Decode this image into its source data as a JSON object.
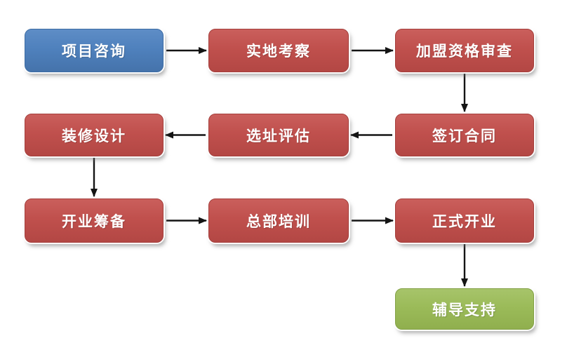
{
  "diagram": {
    "type": "flowchart",
    "title": "",
    "background": "#ffffff",
    "arrow_color": "#141414",
    "palette": {
      "blue": {
        "fill": "#4F81BD",
        "top": "#5E8DC6",
        "bottom": "#4573AB",
        "border": "#3D6CA3"
      },
      "red": {
        "fill": "#C0504D",
        "top": "#CA5F5C",
        "bottom": "#B34744",
        "border": "#A43F3C"
      },
      "green": {
        "fill": "#9BBB59",
        "top": "#A7C46A",
        "bottom": "#90AF4E",
        "border": "#83A147"
      }
    },
    "nodes": [
      {
        "id": "project-consultation",
        "label": "项目咨询",
        "color": "blue",
        "row": 0,
        "col": 0
      },
      {
        "id": "site-visit",
        "label": "实地考察",
        "color": "red",
        "row": 0,
        "col": 1
      },
      {
        "id": "franchise-qualification-review",
        "label": "加盟资格审查",
        "color": "red",
        "row": 0,
        "col": 2
      },
      {
        "id": "sign-contract",
        "label": "签订合同",
        "color": "red",
        "row": 1,
        "col": 2
      },
      {
        "id": "site-selection-evaluation",
        "label": "选址评估",
        "color": "red",
        "row": 1,
        "col": 1
      },
      {
        "id": "decoration-design",
        "label": "装修设计",
        "color": "red",
        "row": 1,
        "col": 0
      },
      {
        "id": "opening-preparation",
        "label": "开业筹备",
        "color": "red",
        "row": 2,
        "col": 0
      },
      {
        "id": "headquarters-training",
        "label": "总部培训",
        "color": "red",
        "row": 2,
        "col": 1
      },
      {
        "id": "grand-opening",
        "label": "正式开业",
        "color": "red",
        "row": 2,
        "col": 2
      },
      {
        "id": "coaching-support",
        "label": "辅导支持",
        "color": "green",
        "row": 3,
        "col": 2
      }
    ],
    "edges": [
      {
        "from": "project-consultation",
        "to": "site-visit"
      },
      {
        "from": "site-visit",
        "to": "franchise-qualification-review"
      },
      {
        "from": "franchise-qualification-review",
        "to": "sign-contract"
      },
      {
        "from": "sign-contract",
        "to": "site-selection-evaluation"
      },
      {
        "from": "site-selection-evaluation",
        "to": "decoration-design"
      },
      {
        "from": "decoration-design",
        "to": "opening-preparation"
      },
      {
        "from": "opening-preparation",
        "to": "headquarters-training"
      },
      {
        "from": "headquarters-training",
        "to": "grand-opening"
      },
      {
        "from": "grand-opening",
        "to": "coaching-support"
      }
    ]
  }
}
